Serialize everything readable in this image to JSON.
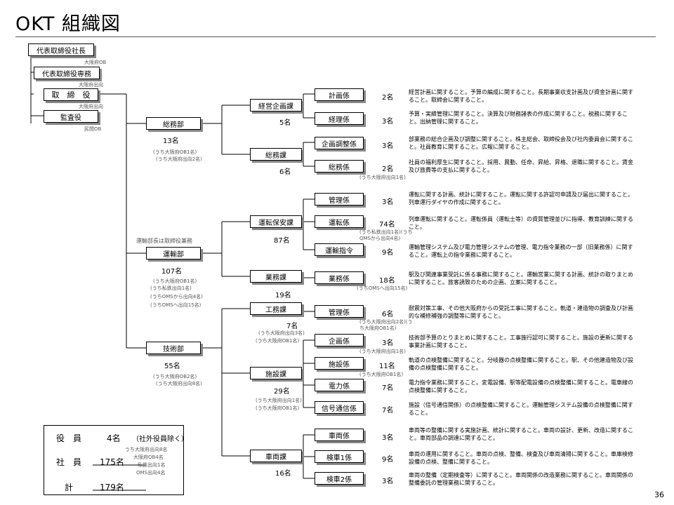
{
  "title": "OKT 組織図",
  "page_number": "36",
  "executives": {
    "president": "代表取締役社長",
    "president_note": "大阪府OB",
    "exec_director": "代表取締役専務",
    "exec_director_note": "大阪府出向",
    "director": "取　締　役",
    "director_note": "大阪府出向",
    "auditor": "監査役",
    "auditor_note": "民間OB"
  },
  "departments": {
    "general": {
      "name": "総務部",
      "count": "13名",
      "notes": [
        "(うち大阪府OB1名)",
        "(うち大阪府出向2名)"
      ]
    },
    "operations": {
      "name": "運輸部",
      "count": "107名",
      "head_note": "運輸部長は取締役兼務",
      "notes": [
        "(うち大阪府OB1名)",
        "(うち私鉄出向1名)",
        "(うちOMSから出向4名)",
        "(うちOMSへ出向15名)"
      ]
    },
    "technical": {
      "name": "技術部",
      "count": "55名",
      "notes": [
        "(うち大阪府OB2名)",
        "(うち大阪府出向8名)"
      ]
    }
  },
  "sections": {
    "planning": {
      "name": "経営企画課",
      "count": "5名"
    },
    "general": {
      "name": "総務課",
      "count": "6名"
    },
    "safety": {
      "name": "運転保安課",
      "count": "87名"
    },
    "business": {
      "name": "業務課",
      "count": "19名"
    },
    "works": {
      "name": "工務課",
      "count": "7名",
      "notes": [
        "(うち大阪府出向3名)",
        "(うち大阪府OB1名)"
      ]
    },
    "facilities": {
      "name": "施設課",
      "count": "29名",
      "notes": [
        "(うち大阪府出向1名)",
        "(うち大阪府OB1名)"
      ]
    },
    "vehicles": {
      "name": "車両課",
      "count": "16名"
    }
  },
  "units": [
    {
      "name": "計画係",
      "count": "2名",
      "note": "",
      "desc": "経営計画に関すること。予算の編成に関すること。長期事業収支計画及び資金計画に関すること。取締会に関すること。"
    },
    {
      "name": "経理係",
      "count": "3名",
      "note": "",
      "desc": "予算・実績管理に関すること。決算及び財務諸表の作成に関すること。税務に関すること。出納管理に関すること。"
    },
    {
      "name": "企画調整係",
      "count": "3名",
      "note": "",
      "desc": "部業務の総合企画及び調整に関すること。株主総会、取締役会及び社内委員会に関すること。社員教育に関すること。広報に関すること。"
    },
    {
      "name": "総務係",
      "count": "2名",
      "note": "(うち大阪府出向1名)",
      "desc": "社員の福利厚生に関すること。採用、異動、任命、昇給、昇格、退職に関すること。賃金及び旅費等の支払に関すること。"
    },
    {
      "name": "管理係",
      "count": "3名",
      "note": "",
      "desc": "運転に関する計画、統計に関すること。運転に関する許認可申請及び届出に関すること。列車運行ダイヤの作成に関すること。"
    },
    {
      "name": "運転係",
      "count": "74名",
      "note": "(うち私鉄出向1名)(うちOMSから出向4名)",
      "desc": "列車運転に関すること。運転係員（運転士等）の資質管理並びに指導、教育訓練に関すること。"
    },
    {
      "name": "運輸指令",
      "count": "9名",
      "note": "",
      "desc": "運輸管理システム及び電力管理システムの管理、電力指令業務の一部（旧業務係）に関すること。運転上の指令業務に関すること。"
    },
    {
      "name": "業務係",
      "count": "18名",
      "note": "(うちOMSへ出向15名)",
      "desc": "駅及び関連事業受託に係る事務に関すること。運輸営業に関する計画、統計の取りまとめに関すること。旅客誘致のための企画、立案に関すること。"
    },
    {
      "name": "管理係",
      "count": "6名",
      "note": "(うち大阪府出向2名)(うち大阪府OB1名)",
      "desc": "耐震対策工事、その他大阪府からの受託工事に関すること。軌道・建造物の調査及び計画的な補修補強の調整等に関すること。"
    },
    {
      "name": "企画係",
      "count": "3名",
      "note": "(うち大阪府出向1名)",
      "desc": "技術部予算のとりまとめに関すること。工事施行認可に関すること。施設の更新に関する事業計画に関すること。"
    },
    {
      "name": "施設係",
      "count": "11名",
      "note": "(うち大阪府OB1名)",
      "desc": "軌道の点検整備に関すること。分岐器の点検整備に関すること。駅、その他建造物及び設備の点検整備に関すること。"
    },
    {
      "name": "電力係",
      "count": "7名",
      "note": "",
      "desc": "電力指令業務に関すること。変電設備、駅等配電設備の点検整備に関すること。電車線の点検整備に関すること。"
    },
    {
      "name": "信号通信係",
      "count": "7名",
      "note": "",
      "desc": "施設（信号通信関係）の点検整備に関すること。運輸管理システム設備の点検整備に関すること。"
    },
    {
      "name": "車両係",
      "count": "3名",
      "note": "",
      "desc": "車両等の整備に関する実施計画、統計に関すること。車両の設計、更新、改造に関すること。車両部品の調達に関すること。"
    },
    {
      "name": "検車1係",
      "count": "9名",
      "note": "",
      "desc": "車両の運用に関すること。車両の点検、整備、検査及び車両清掃に関すること。車庫検修設備の点検、整備に関すること。"
    },
    {
      "name": "検車2係",
      "count": "3名",
      "note": "",
      "desc": "車両の整備（定期検査等）に関すること。車両関係の改造業務に関すること。車両関係の整備委託の管理業務に関すること。"
    }
  ],
  "summary": {
    "officers_label": "役　員",
    "officers_count": "4名",
    "officers_note": "（社外役員除く）",
    "staff_label": "社　員",
    "staff_count": "175名",
    "staff_notes": [
      "うち大阪府出向8名",
      "大阪府OB4名",
      "私鉄出向1名",
      "OMS出向4名"
    ],
    "total_label": "計",
    "total_count": "179名"
  }
}
